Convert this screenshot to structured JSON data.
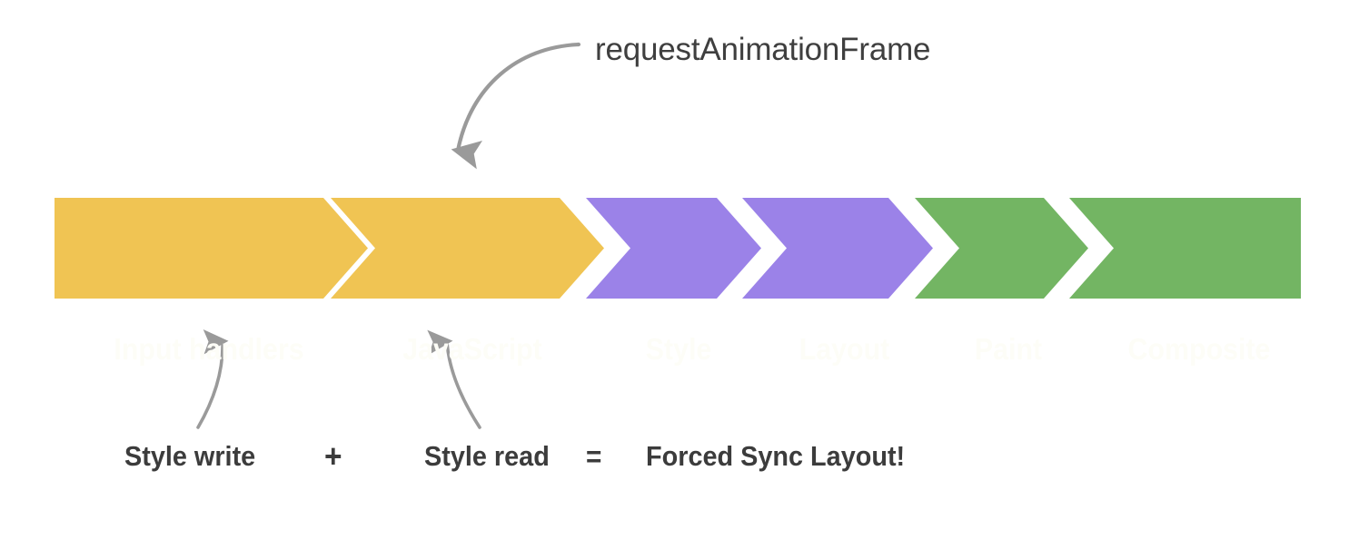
{
  "diagram": {
    "title_annotation": "requestAnimationFrame",
    "pipeline": {
      "stages": [
        {
          "label": "Input handlers",
          "color": "#F0C453",
          "group": "javascript"
        },
        {
          "label": "JavaScript",
          "color": "#F0C453",
          "group": "javascript"
        },
        {
          "label": "Style",
          "color": "#9B82E8",
          "group": "style-layout"
        },
        {
          "label": "Layout",
          "color": "#9B82E8",
          "group": "style-layout"
        },
        {
          "label": "Paint",
          "color": "#73B563",
          "group": "paint-composite"
        },
        {
          "label": "Composite",
          "color": "#73B563",
          "group": "paint-composite"
        }
      ]
    },
    "formula": {
      "term_one": "Style write",
      "operator_plus": "+",
      "term_two": "Style read",
      "operator_equals": "=",
      "result": "Forced Sync Layout!"
    },
    "colors": {
      "yellow": "#F0C453",
      "purple": "#9B82E8",
      "green": "#73B563",
      "arrow_gray": "#9a9a9a",
      "text_dark": "#3c3c3c",
      "label_white": "#fdfdf7",
      "background": "#ffffff"
    },
    "arrow_names": {
      "raf": "requestAnimationFrame-pointer",
      "style_write": "style-write-pointer",
      "style_read": "style-read-pointer"
    }
  }
}
